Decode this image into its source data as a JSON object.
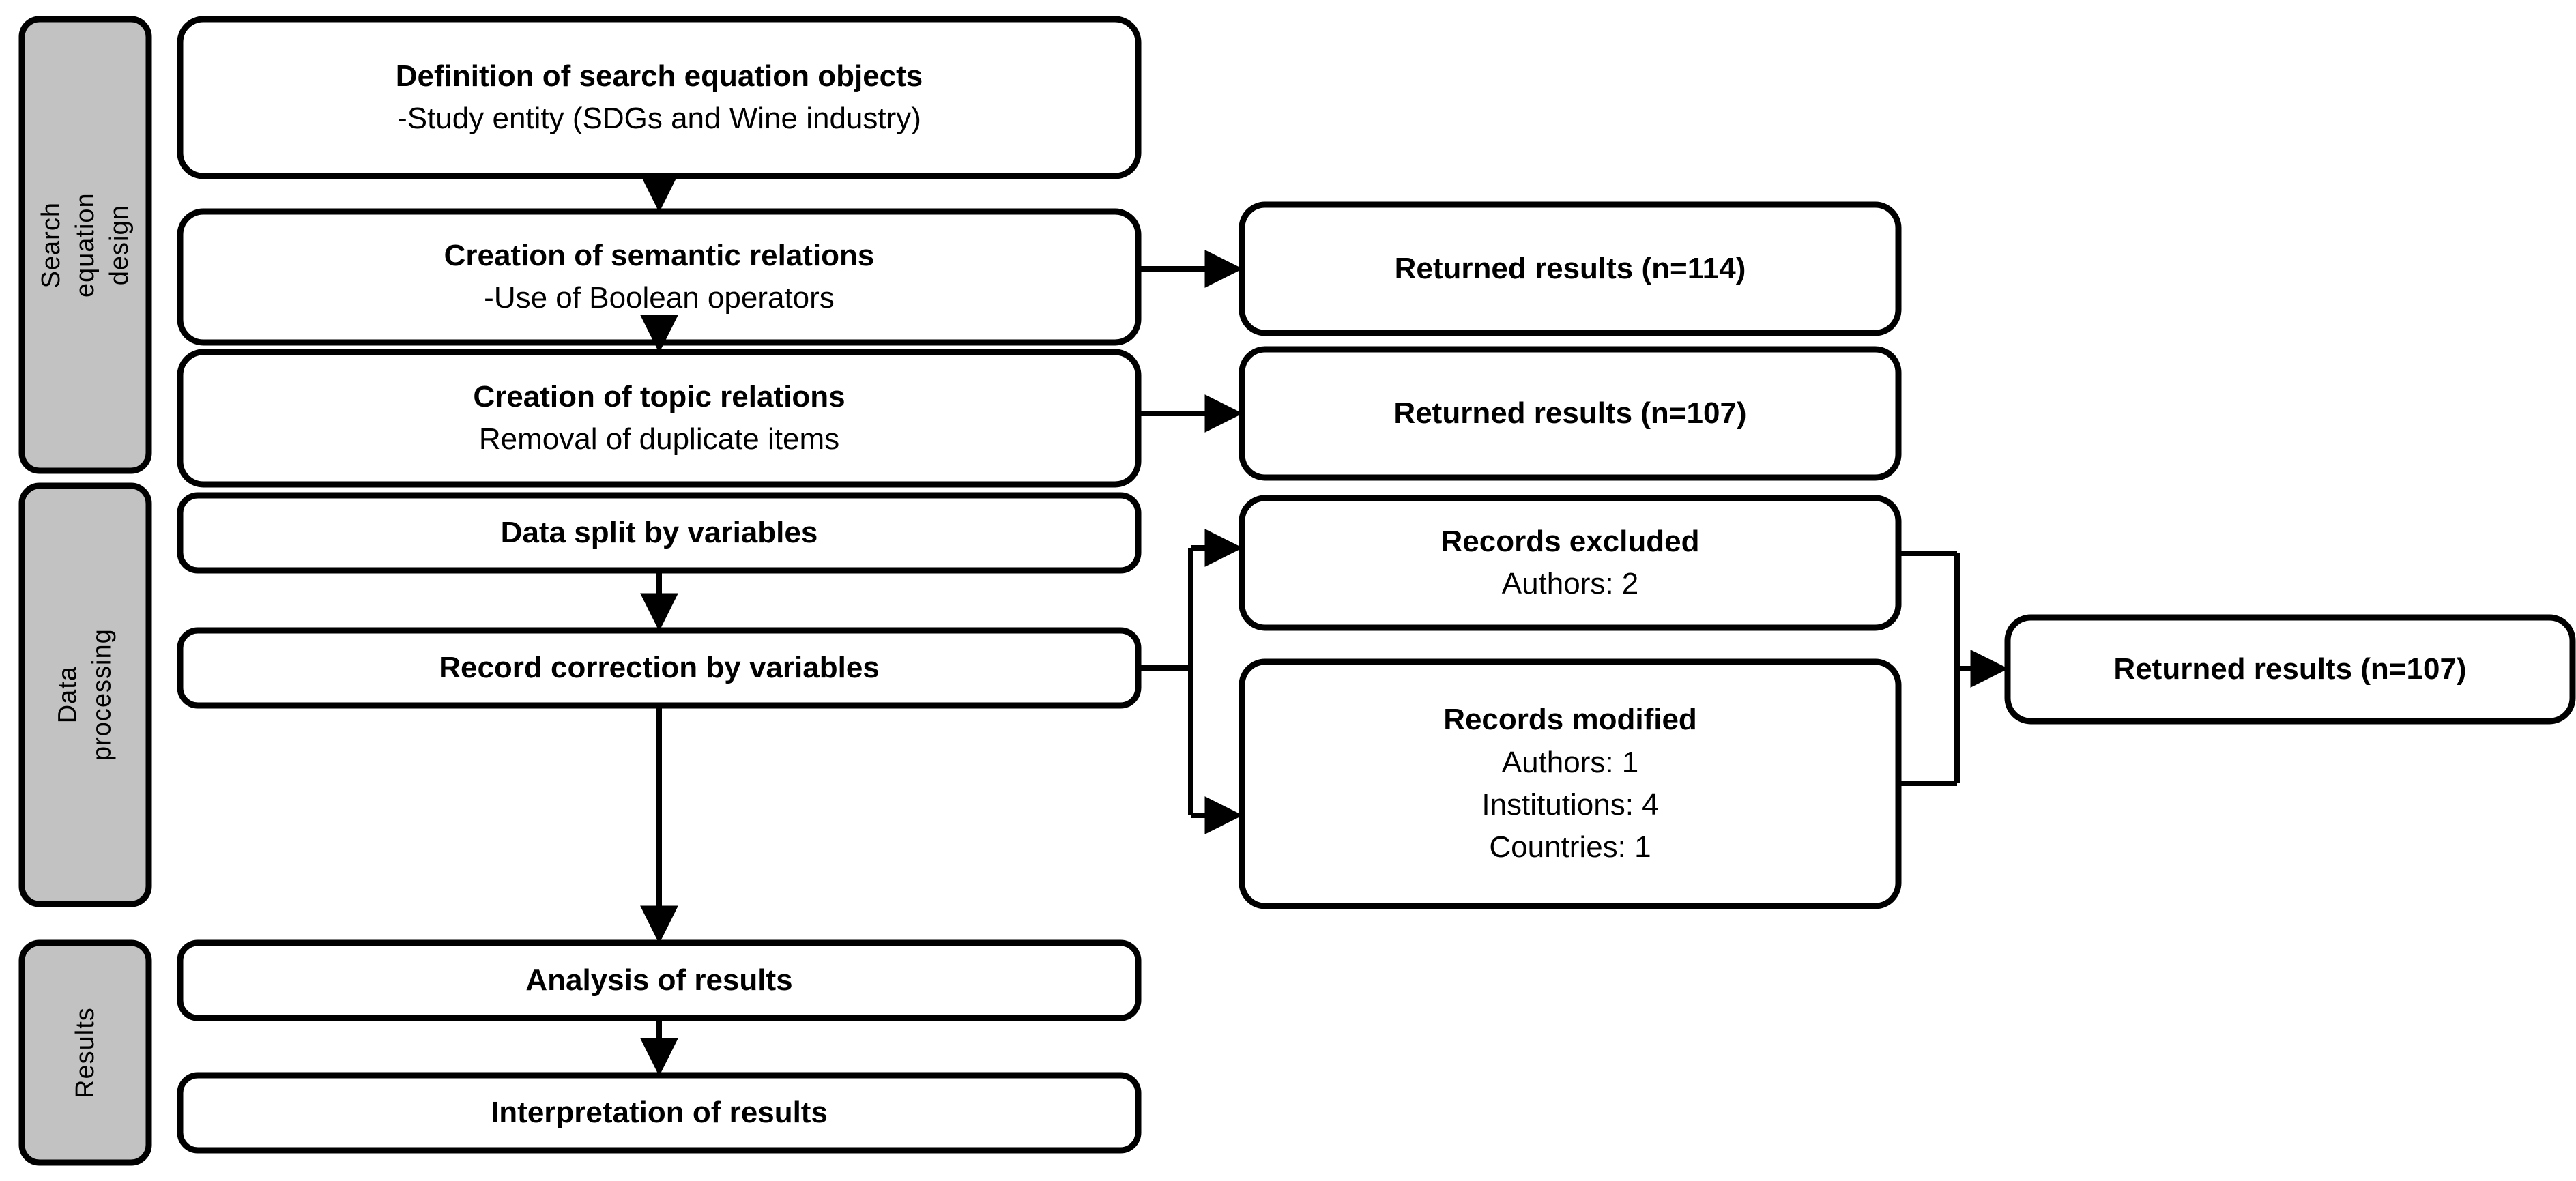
{
  "diagram": {
    "title": "Search and data processing flowchart",
    "colors": {
      "stage_fill": "#c2c2c2",
      "box_fill": "#ffffff",
      "stroke": "#000000"
    }
  },
  "stages": [
    {
      "id": "stage-search-equation-design",
      "label": "Search equation\ndesign"
    },
    {
      "id": "stage-data-processing",
      "label": "Data processing"
    },
    {
      "id": "stage-results",
      "label": "Results"
    }
  ],
  "boxes": [
    {
      "id": "box-definition-of-search-equation-objects",
      "lines": [
        {
          "text": "Definition of search equation objects",
          "bold": true
        },
        {
          "text": "-Study entity (SDGs and Wine industry)",
          "bold": false
        }
      ]
    },
    {
      "id": "box-creation-of-semantic-relations",
      "lines": [
        {
          "text": "Creation of semantic relations",
          "bold": true
        },
        {
          "text": "-Use of Boolean operators",
          "bold": false
        }
      ]
    },
    {
      "id": "box-creation-of-topic-relations",
      "lines": [
        {
          "text": "Creation of topic relations",
          "bold": true
        },
        {
          "text": "Removal of duplicate items",
          "bold": false
        }
      ]
    },
    {
      "id": "box-data-split-by-variables",
      "lines": [
        {
          "text": "Data split by variables",
          "bold": true
        }
      ]
    },
    {
      "id": "box-record-correction-by-variables",
      "lines": [
        {
          "text": "Record correction by variables",
          "bold": true
        }
      ]
    },
    {
      "id": "box-analysis-of-results",
      "lines": [
        {
          "text": "Analysis of results",
          "bold": true
        }
      ]
    },
    {
      "id": "box-interpretation-of-results",
      "lines": [
        {
          "text": "Interpretation of results",
          "bold": true
        }
      ]
    },
    {
      "id": "box-returned-results-114",
      "lines": [
        {
          "text": "Returned results (n=114)",
          "bold": true
        }
      ]
    },
    {
      "id": "box-returned-results-107-topic",
      "lines": [
        {
          "text": "Returned results (n=107)",
          "bold": true
        }
      ]
    },
    {
      "id": "box-records-excluded",
      "lines": [
        {
          "text": "Records excluded",
          "bold": true
        },
        {
          "text": "Authors: 2",
          "bold": false
        }
      ]
    },
    {
      "id": "box-records-modified",
      "lines": [
        {
          "text": "Records modified",
          "bold": true
        },
        {
          "text": "Authors: 1",
          "bold": false
        },
        {
          "text": "Institutions: 4",
          "bold": false
        },
        {
          "text": "Countries: 1",
          "bold": false
        }
      ]
    },
    {
      "id": "box-returned-results-107-final",
      "lines": [
        {
          "text": "Returned results (n=107)",
          "bold": true
        }
      ]
    }
  ]
}
